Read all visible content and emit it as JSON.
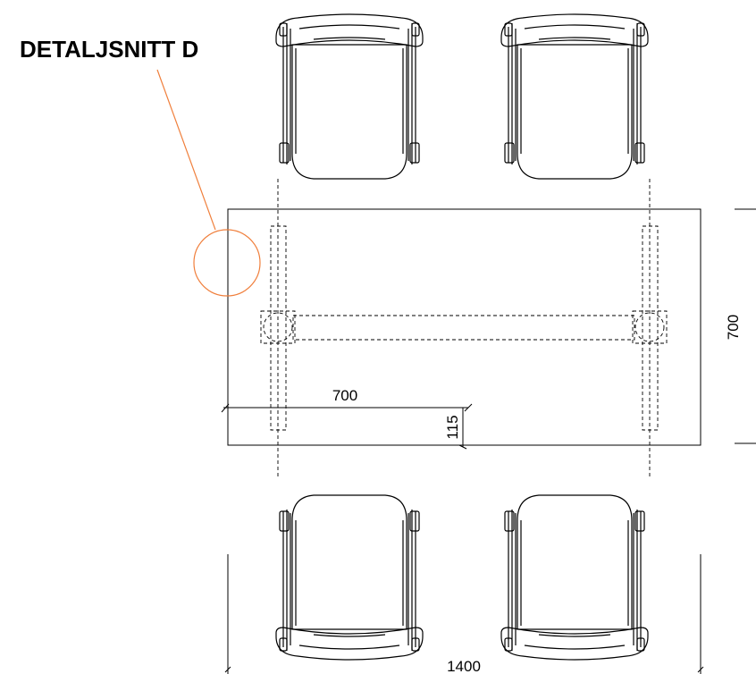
{
  "callout": {
    "label": "DETALJSNITT D",
    "color": "#f07f3c"
  },
  "dimensions": {
    "table_width": "1400",
    "table_depth": "700",
    "half_width": "700",
    "leg_offset": "115"
  },
  "components": {
    "chairs": [
      "chair-top-left",
      "chair-top-right",
      "chair-bottom-left",
      "chair-bottom-right"
    ],
    "table": "table-top-outline",
    "legs": [
      "left-leg-frame",
      "right-leg-frame"
    ],
    "stretcher": "center-stretcher"
  }
}
